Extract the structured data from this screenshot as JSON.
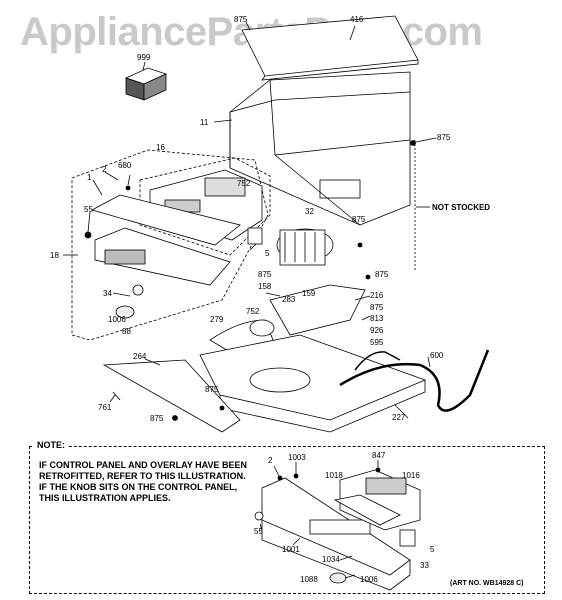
{
  "watermark": "AppliancePartsPros.com",
  "note": {
    "title": "NOTE:",
    "text": "IF CONTROL PANEL AND OVERLAY HAVE BEEN RETROFITTED, REFER TO THIS ILLUSTRATION. IF THE KNOB SITS ON THE CONTROL PANEL, THIS ILLUSTRATION APPLIES."
  },
  "art_number": "(ART NO. WB14928 C)",
  "not_stocked_label": "NOT STOCKED",
  "part_labels": {
    "p875a": "875",
    "p416": "416",
    "p999": "999",
    "p11": "11",
    "p875b": "875",
    "p16": "16",
    "p680": "680",
    "p2": "2",
    "p1": "1",
    "p752a": "752",
    "p55": "55",
    "p32": "32",
    "p875c": "875",
    "p18": "18",
    "p5": "5",
    "p875d": "875",
    "p875e": "875",
    "p158": "158",
    "p159": "159",
    "p34": "34",
    "p283": "283",
    "p216": "216",
    "p752b": "752",
    "p875f": "875",
    "p1006": "1006",
    "p279": "279",
    "p813": "813",
    "p88": "88",
    "p926": "926",
    "p595": "595",
    "p600": "600",
    "p264": "264",
    "p875g": "875",
    "p761": "761",
    "p875h": "875",
    "p227": "227",
    "n2": "2",
    "n1003": "1003",
    "n847": "847",
    "n1018": "1018",
    "n1016": "1016",
    "n55": "55",
    "n1001": "1001",
    "n5": "5",
    "n1034": "1034",
    "n33": "33",
    "n1088": "1088",
    "n1006": "1006"
  }
}
